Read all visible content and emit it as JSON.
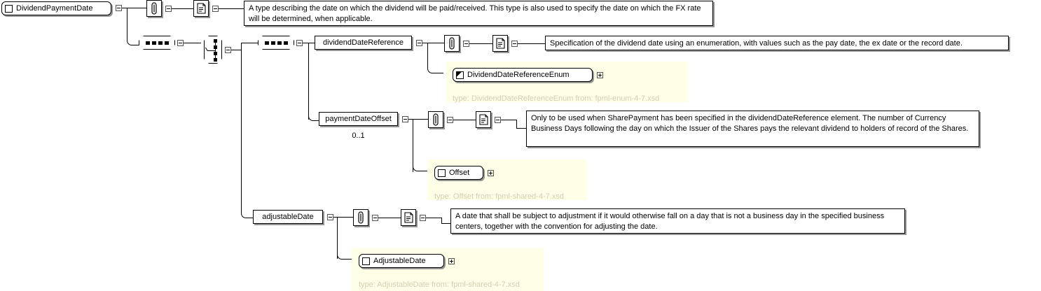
{
  "diagram": {
    "title": "DividendPaymentDate",
    "kind": "xsd-schema-diagram",
    "colors": {
      "background": "#ffffff",
      "node_fill": "#ffffff",
      "line": "#000000",
      "shadow": "#828282",
      "type_panel_fill": "#ffffe8",
      "type_panel_text": "#cfcfb0"
    }
  },
  "root": {
    "name": "DividendPaymentDate",
    "icon": "complex-type-square-icon",
    "toggle": "minus"
  },
  "annotations": {
    "root_doc": "A type describing the date on which the dividend will be paid/received. This type is also used to specify the date on which the FX rate will be determined, when applicable.",
    "dividend_date_reference_doc": "Specification of the dividend date using an enumeration, with values such as the pay date, the ex date or the record date.",
    "payment_date_offset_doc": "Only to be used when SharePayment has been specified in the dividendDateReference element. The number of Currency Business Days following the day on which the Issuer of the Shares pays the relevant dividend to holders of record of the Shares.",
    "adjustable_date_doc": "A date that shall be subject to adjustment if it would otherwise fall on a day that is not a business day in the specified business centers, together with the convention for adjusting the date."
  },
  "elements": [
    {
      "name": "dividendDateReference",
      "cardinality": "",
      "toggle": "minus",
      "type_ref": {
        "name": "DividendDateReferenceEnum",
        "icon": "simple-type-icon",
        "toggle": "plus",
        "type_line": "type: DividendDateReferenceEnum from: fpml-enum-4-7.xsd"
      }
    },
    {
      "name": "paymentDateOffset",
      "cardinality": "0..1",
      "toggle": "minus",
      "type_ref": {
        "name": "Offset",
        "icon": "complex-type-square-icon",
        "toggle": "plus",
        "type_line": "type: Offset from: fpml-shared-4-7.xsd"
      }
    },
    {
      "name": "adjustableDate",
      "cardinality": "",
      "toggle": "minus",
      "type_ref": {
        "name": "AdjustableDate",
        "icon": "complex-type-square-icon",
        "toggle": "plus",
        "type_line": "type: AdjustableDate from: fpml-shared-4-7.xsd"
      }
    }
  ],
  "compositors": [
    {
      "id": "outer-sequence",
      "kind": "sequence"
    },
    {
      "id": "choice",
      "kind": "choice"
    },
    {
      "id": "inner-sequence",
      "kind": "sequence"
    }
  ],
  "icons": {
    "annotation": "paperclip-icon",
    "documentation": "document-scroll-icon"
  }
}
